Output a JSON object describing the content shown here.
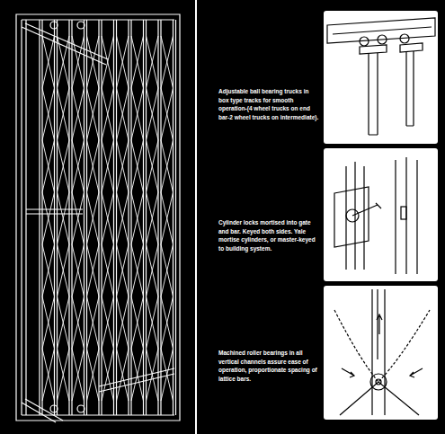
{
  "diagram": {
    "labels": [
      "Adjustable ball bearing trucks in box type tracks for smooth operation-(4 wheel trucks on end bar-2 wheel trucks on intermediate).",
      "Cylinder locks mortised into gate and bar. Keyed both sides. Yale mortise cylinders, or master-keyed to building system.",
      "Machined roller bearings in all vertical channels assure ease of operation, proportionate spacing of lattice bars."
    ]
  }
}
